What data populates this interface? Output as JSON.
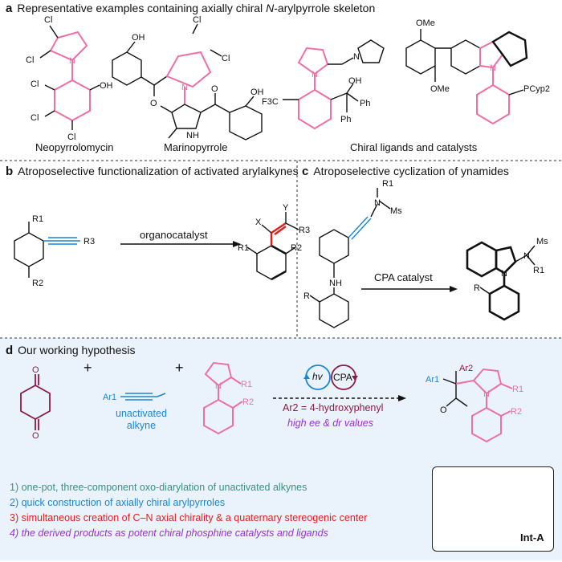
{
  "panel_a": {
    "letter": "a",
    "title_prefix": "Representative examples containing axially chiral ",
    "title_italic": "N",
    "title_suffix": "-arylpyrrole skeleton",
    "captions": [
      "Neopyrrolomycin",
      "Marinopyrrole",
      "Chiral ligands and catalysts"
    ],
    "atom_labels": {
      "cl": "Cl",
      "oh": "OH",
      "nh": "NH",
      "n": "N",
      "o": "O",
      "f3c": "F3C",
      "ph": "Ph",
      "ome": "OMe",
      "pcyp": "PCyp2"
    }
  },
  "panel_b": {
    "letter": "b",
    "title": "Atroposelective functionalization of activated arylalkynes",
    "reagent": "organocatalyst",
    "labels": {
      "r1": "R1",
      "r2": "R2",
      "r3": "R3",
      "x": "X",
      "y": "Y"
    }
  },
  "panel_c": {
    "letter": "c",
    "title": "Atroposelective cyclization of ynamides",
    "reagent": "CPA catalyst",
    "labels": {
      "ms": "Ms",
      "n": "N",
      "r1": "R1",
      "nh": "NH",
      "r": "R"
    }
  },
  "panel_d": {
    "letter": "d",
    "title": "Our working hypothesis",
    "reactant_label": "unactivated alkyne",
    "reactant_label_lines": [
      "unactivated",
      "alkyne"
    ],
    "hv_label": "hv",
    "cpa_label": "CPA",
    "ar2_definition": "Ar2 = 4-hydroxyphenyl",
    "selectivity": "high ee & dr values",
    "plus": "+",
    "labels": {
      "ar1": "Ar1",
      "ar2": "Ar2",
      "r1": "R1",
      "r2": "R2",
      "n": "N",
      "o": "O"
    },
    "points": [
      "1) one-pot, three-component oxo-diarylation of unactivated alkynes",
      "2) quick construction of axially chiral arylpyrroles",
      "3) simultaneous creation of C–N axial chirality & a quaternary stereogenic center",
      "4) the derived products as potent chiral phosphine catalysts and ligands"
    ],
    "intermediate_label": "Int-A"
  },
  "colors": {
    "pink": "#ee6fa6",
    "maroon": "#8b1a45",
    "blue": "#1a86d8",
    "teal": "#3a8f86",
    "red": "#e0201b",
    "purple": "#9b30d9",
    "panel_bg": "#eaf3fb"
  }
}
